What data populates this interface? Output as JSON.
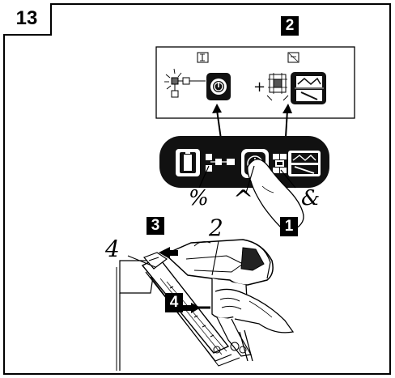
{
  "figure": {
    "number": "13"
  },
  "callouts": {
    "top_step": "2",
    "press_step": "1",
    "push_step": "3",
    "slide_step": "4"
  },
  "handwritten": {
    "percent": "%",
    "caret": "^",
    "ampersand": "&",
    "two": "2",
    "four": "4"
  },
  "panel": {
    "plus": "+"
  },
  "icons": [
    "battery-icon",
    "power-button-icon",
    "mode-switch-icon",
    "nail-tool-icon",
    "finger-icon"
  ],
  "colors": {
    "panel_black": "#111111",
    "line": "#000000",
    "background": "#ffffff"
  }
}
